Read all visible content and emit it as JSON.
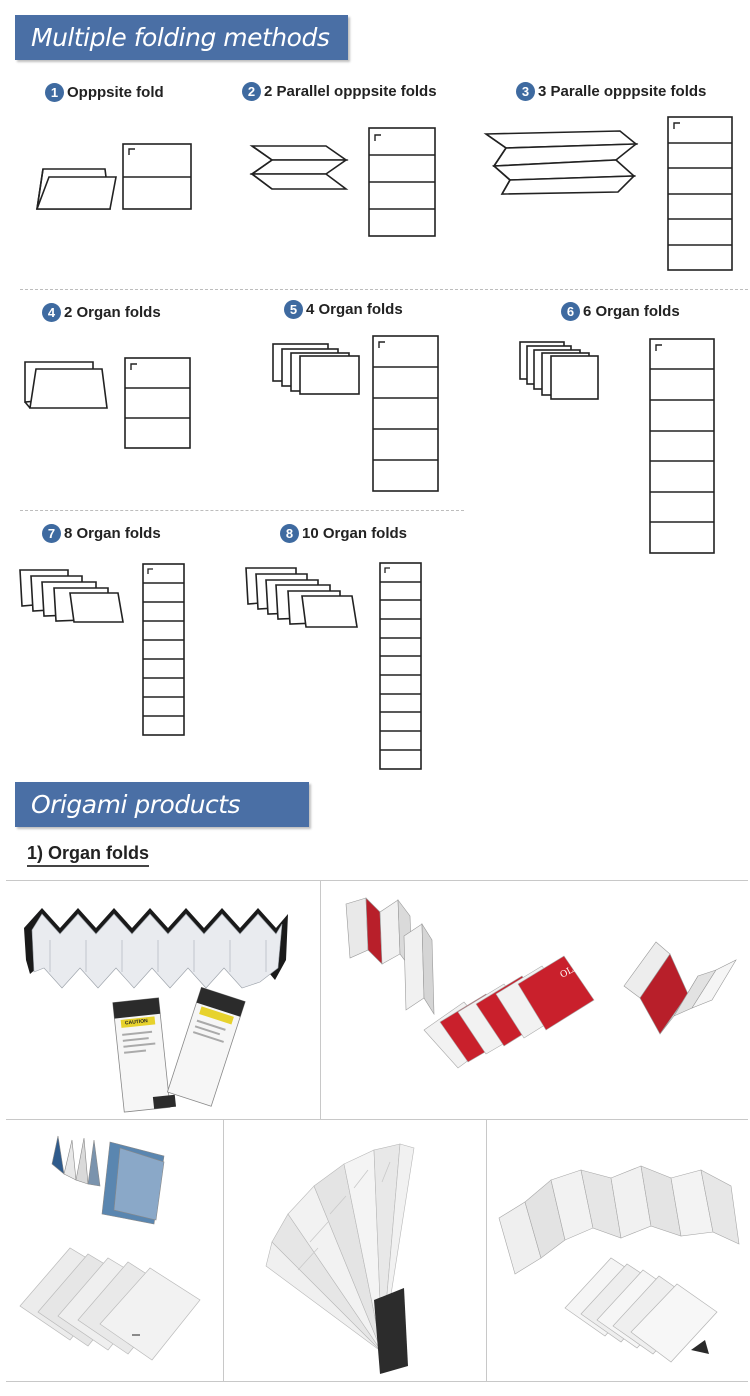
{
  "section1": {
    "title": "Multiple folding methods",
    "methods": [
      {
        "num": "1",
        "label": "Opppsite fold"
      },
      {
        "num": "2",
        "label": "2 Parallel opppsite folds"
      },
      {
        "num": "3",
        "label": "3 Paralle opppsite folds"
      },
      {
        "num": "4",
        "label": "2 Organ folds"
      },
      {
        "num": "5",
        "label": "4 Organ folds"
      },
      {
        "num": "6",
        "label": "6 Organ folds"
      },
      {
        "num": "7",
        "label": "8 Organ folds"
      },
      {
        "num": "8",
        "label": "10  Organ folds"
      }
    ]
  },
  "section2": {
    "title": "Origami products",
    "subtitle": "1) Organ folds",
    "photo_brands": {
      "olay": "OLAY",
      "caution": "CAUTION"
    }
  },
  "colors": {
    "banner": "#4a6fa5",
    "badge": "#3e6aa0",
    "red_product": "#c4202c"
  }
}
